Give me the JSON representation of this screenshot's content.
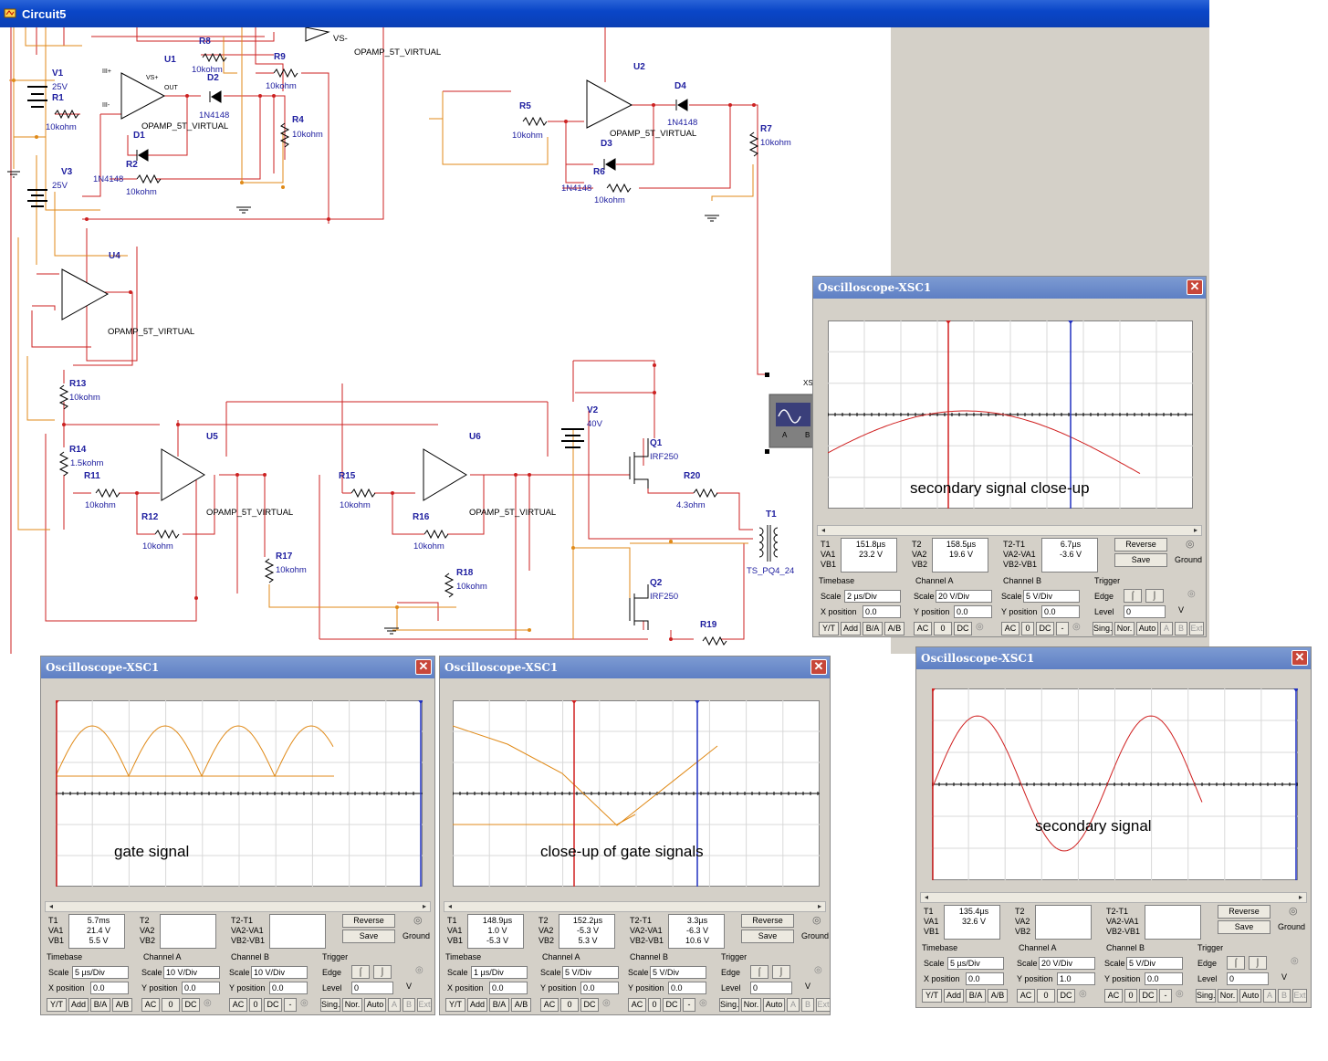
{
  "window": {
    "title": "Circuit5"
  },
  "schematic": {
    "components": [
      {
        "ref": "R8",
        "value": "10kohm"
      },
      {
        "ref": "U1",
        "value": "OPAMP_5T_VIRTUAL"
      },
      {
        "ref": "R9",
        "value": "10kohm"
      },
      {
        "ref": "V1",
        "value": "25V"
      },
      {
        "ref": "R1",
        "value": "10kohm"
      },
      {
        "ref": "D2",
        "value": "1N4148"
      },
      {
        "ref": "R4",
        "value": "10kohm"
      },
      {
        "ref": "D1",
        "value": "1N4148"
      },
      {
        "ref": "R2",
        "value": "10kohm"
      },
      {
        "ref": "V3",
        "value": "25V"
      },
      {
        "ref": "U2",
        "value": "OPAMP_5T_VIRTUAL"
      },
      {
        "ref": "D4",
        "value": "1N4148"
      },
      {
        "ref": "R5",
        "value": "10kohm"
      },
      {
        "ref": "R7",
        "value": "10kohm"
      },
      {
        "ref": "D3",
        "value": "1N4148"
      },
      {
        "ref": "R6",
        "value": "10kohm"
      },
      {
        "ref": "U4",
        "value": "OPAMP_5T_VIRTUAL"
      },
      {
        "ref": "R13",
        "value": "10kohm"
      },
      {
        "ref": "R14",
        "value": "1.5kohm"
      },
      {
        "ref": "R11",
        "value": "10kohm"
      },
      {
        "ref": "U5",
        "value": "OPAMP_5T_VIRTUAL"
      },
      {
        "ref": "R12",
        "value": "10kohm"
      },
      {
        "ref": "R15",
        "value": "10kohm"
      },
      {
        "ref": "U6",
        "value": "OPAMP_5T_VIRTUAL"
      },
      {
        "ref": "R16",
        "value": "10kohm"
      },
      {
        "ref": "V2",
        "value": "40V"
      },
      {
        "ref": "Q1",
        "value": "IRF250"
      },
      {
        "ref": "R20",
        "value": "4.3ohm"
      },
      {
        "ref": "T1",
        "value": "TS_PQ4_24"
      },
      {
        "ref": "Q2",
        "value": "IRF250"
      },
      {
        "ref": "R17",
        "value": "10kohm"
      },
      {
        "ref": "R18",
        "value": "10kohm"
      },
      {
        "ref": "R19",
        "value": ""
      }
    ],
    "pins": {
      "plus": "+",
      "minus": "-",
      "vs_plus": "VS+",
      "vs_minus": "VS-",
      "out": "OUT",
      "inp": "III+",
      "inn": "III-",
      "xsc": "XS",
      "a": "A",
      "b": "B"
    }
  },
  "scopes": [
    {
      "id": "scope1",
      "title": "Oscilloscope-XSC1",
      "caption": "secondary signal close-up",
      "t1": {
        "label": "T1",
        "time": "151.8µs",
        "va": "23.2 V",
        "vb": ""
      },
      "t2": {
        "label": "T2",
        "time": "158.5µs",
        "va": "19.6 V",
        "vb": ""
      },
      "dt": {
        "label": "T2-T1",
        "time": "6.7µs",
        "va": "-3.6 V",
        "vb": ""
      },
      "labels": {
        "va1": "VA1",
        "vb1": "VB1",
        "va2": "VA2",
        "vb2": "VB2",
        "dva": "VA2-VA1",
        "dvb": "VB2-VB1",
        "reverse": "Reverse",
        "save": "Save",
        "ground": "Ground",
        "timebase": "Timebase",
        "chA": "Channel A",
        "chB": "Channel B",
        "trigger": "Trigger",
        "scale": "Scale",
        "xpos": "X position",
        "ypos": "Y position",
        "edge": "Edge",
        "level": "Level",
        "yt": "Y/T",
        "add": "Add",
        "ba": "B/A",
        "ab": "A/B",
        "ac": "AC",
        "zero": "0",
        "dc": "DC",
        "minus": "-",
        "sing": "Sing.",
        "nor": "Nor.",
        "auto": "Auto",
        "tA": "A",
        "tB": "B",
        "ext": "Ext",
        "v": "V"
      },
      "timebase": {
        "scale": "2 µs/Div",
        "xpos": "0.0"
      },
      "chA": {
        "scale": "20 V/Div",
        "ypos": "0.0"
      },
      "chB": {
        "scale": "5 V/Div",
        "ypos": "0.0"
      },
      "trig": {
        "level": "0"
      }
    },
    {
      "id": "scope2",
      "title": "Oscilloscope-XSC1",
      "caption": "gate signal",
      "t1": {
        "label": "T1",
        "time": "5.7ms",
        "va": "21.4 V",
        "vb": "5.5 V"
      },
      "t2": {
        "label": "T2",
        "time": "",
        "va": "",
        "vb": ""
      },
      "dt": {
        "label": "T2-T1",
        "time": "",
        "va": "",
        "vb": ""
      },
      "labels": {
        "va1": "VA1",
        "vb1": "VB1",
        "va2": "VA2",
        "vb2": "VB2",
        "dva": "VA2-VA1",
        "dvb": "VB2-VB1",
        "reverse": "Reverse",
        "save": "Save",
        "ground": "Ground",
        "timebase": "Timebase",
        "chA": "Channel A",
        "chB": "Channel B",
        "trigger": "Trigger",
        "scale": "Scale",
        "xpos": "X position",
        "ypos": "Y position",
        "edge": "Edge",
        "level": "Level",
        "yt": "Y/T",
        "add": "Add",
        "ba": "B/A",
        "ab": "A/B",
        "ac": "AC",
        "zero": "0",
        "dc": "DC",
        "minus": "-",
        "sing": "Sing.",
        "nor": "Nor.",
        "auto": "Auto",
        "tA": "A",
        "tB": "B",
        "ext": "Ext",
        "v": "V"
      },
      "timebase": {
        "scale": "5 µs/Div",
        "xpos": "0.0"
      },
      "chA": {
        "scale": "10 V/Div",
        "ypos": "0.0"
      },
      "chB": {
        "scale": "10 V/Div",
        "ypos": "0.0"
      },
      "trig": {
        "level": "0"
      }
    },
    {
      "id": "scope3",
      "title": "Oscilloscope-XSC1",
      "caption": "close-up of gate signals",
      "t1": {
        "label": "T1",
        "time": "148.9µs",
        "va": "1.0 V",
        "vb": "-5.3 V"
      },
      "t2": {
        "label": "T2",
        "time": "152.2µs",
        "va": "-5.3 V",
        "vb": "5.3 V"
      },
      "dt": {
        "label": "T2-T1",
        "time": "3.3µs",
        "va": "-6.3 V",
        "vb": "10.6 V"
      },
      "labels": {
        "va1": "VA1",
        "vb1": "VB1",
        "va2": "VA2",
        "vb2": "VB2",
        "dva": "VA2-VA1",
        "dvb": "VB2-VB1",
        "reverse": "Reverse",
        "save": "Save",
        "ground": "Ground",
        "timebase": "Timebase",
        "chA": "Channel A",
        "chB": "Channel B",
        "trigger": "Trigger",
        "scale": "Scale",
        "xpos": "X position",
        "ypos": "Y position",
        "edge": "Edge",
        "level": "Level",
        "yt": "Y/T",
        "add": "Add",
        "ba": "B/A",
        "ab": "A/B",
        "ac": "AC",
        "zero": "0",
        "dc": "DC",
        "minus": "-",
        "sing": "Sing.",
        "nor": "Nor.",
        "auto": "Auto",
        "tA": "A",
        "tB": "B",
        "ext": "Ext",
        "v": "V"
      },
      "timebase": {
        "scale": "1 µs/Div",
        "xpos": "0.0"
      },
      "chA": {
        "scale": "5 V/Div",
        "ypos": "0.0"
      },
      "chB": {
        "scale": "5 V/Div",
        "ypos": "0.0"
      },
      "trig": {
        "level": "0"
      }
    },
    {
      "id": "scope4",
      "title": "Oscilloscope-XSC1",
      "caption": "secondary signal",
      "t1": {
        "label": "T1",
        "time": "135.4µs",
        "va": "32.6 V",
        "vb": ""
      },
      "t2": {
        "label": "T2",
        "time": "",
        "va": "",
        "vb": ""
      },
      "dt": {
        "label": "T2-T1",
        "time": "",
        "va": "",
        "vb": ""
      },
      "labels": {
        "va1": "VA1",
        "vb1": "VB1",
        "va2": "VA2",
        "vb2": "VB2",
        "dva": "VA2-VA1",
        "dvb": "VB2-VB1",
        "reverse": "Reverse",
        "save": "Save",
        "ground": "Ground",
        "timebase": "Timebase",
        "chA": "Channel A",
        "chB": "Channel B",
        "trigger": "Trigger",
        "scale": "Scale",
        "xpos": "X position",
        "ypos": "Y position",
        "edge": "Edge",
        "level": "Level",
        "yt": "Y/T",
        "add": "Add",
        "ba": "B/A",
        "ab": "A/B",
        "ac": "AC",
        "zero": "0",
        "dc": "DC",
        "minus": "-",
        "sing": "Sing.",
        "nor": "Nor.",
        "auto": "Auto",
        "tA": "A",
        "tB": "B",
        "ext": "Ext",
        "v": "V"
      },
      "timebase": {
        "scale": "5 µs/Div",
        "xpos": "0.0"
      },
      "chA": {
        "scale": "20 V/Div",
        "ypos": "1.0"
      },
      "chB": {
        "scale": "5 V/Div",
        "ypos": "0.0"
      },
      "trig": {
        "level": "0"
      }
    }
  ],
  "colors": {
    "wire_red": "#cc2222",
    "wire_orange": "#e08a18",
    "label_blue": "#2020a0",
    "trace_red": "#d02020",
    "trace_orange": "#e08a18",
    "cursor_red": "#d02020",
    "cursor_blue": "#2030c0"
  }
}
